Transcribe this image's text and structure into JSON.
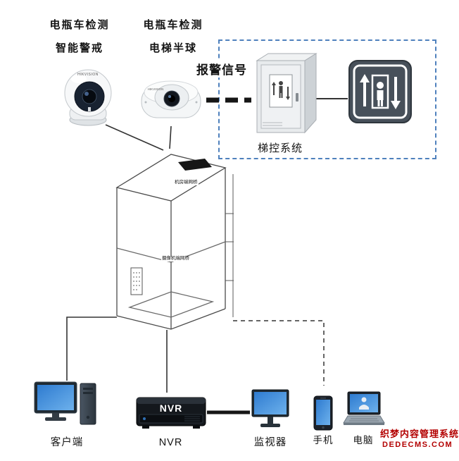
{
  "header": {
    "cam1_label_line1": "电瓶车检测",
    "cam1_label_line2": "智能警戒",
    "cam2_label_line1": "电瓶车检测",
    "cam2_label_line2": "电梯半球"
  },
  "alarm_signal_label": "报警信号",
  "control_system": {
    "label": "梯控系统"
  },
  "elevator": {
    "machine_room_bridge_label": "机房端网桥",
    "car_bridge_label": "摄像机端网桥"
  },
  "devices": {
    "client_label": "客户端",
    "nvr_label": "NVR",
    "nvr_front_text": "NVR",
    "monitor_label": "监视器",
    "phone_label": "手机",
    "laptop_label": "电脑"
  },
  "brand_text": "HIKVISION",
  "watermark": {
    "line1": "织梦内容管理系统",
    "line2": "DEDECMS.COM"
  },
  "colors": {
    "dashed_box_border": "#4f81bd",
    "watermark_red": "#b30000",
    "screen_blue": "#2e7bd0",
    "line_black": "#222222"
  }
}
